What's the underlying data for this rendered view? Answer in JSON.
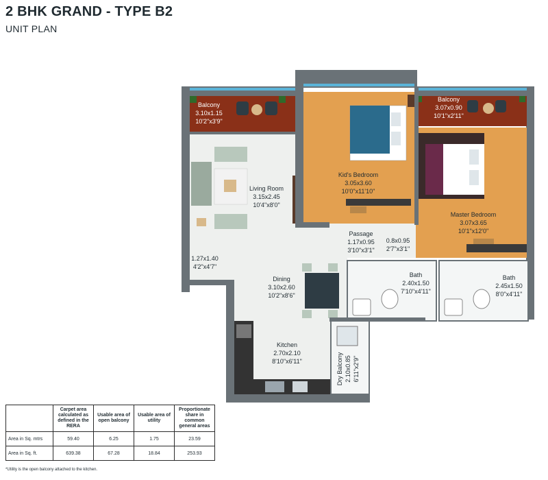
{
  "header": {
    "title": "2 BHK GRAND - TYPE B2",
    "subtitle": "UNIT PLAN"
  },
  "rooms": {
    "balcony_left": {
      "name": "Balcony",
      "metric": "3.10x1.15",
      "imperial": "10'2\"x3'9\""
    },
    "balcony_right": {
      "name": "Balcony",
      "metric": "3.07x0.90",
      "imperial": "10'1\"x2'11\""
    },
    "kids_bedroom": {
      "name": "Kid's Bedroom",
      "metric": "3.05x3.60",
      "imperial": "10'0\"x11'10\""
    },
    "master_bedroom": {
      "name": "Master Bedroom",
      "metric": "3.07x3.65",
      "imperial": "10'1\"x12'0\""
    },
    "living_room": {
      "name": "Living Room",
      "metric": "3.15x2.45",
      "imperial": "10'4\"x8'0\""
    },
    "passage": {
      "name": "Passage",
      "metric": "1.17x0.95",
      "imperial": "3'10\"x3'1\""
    },
    "foyer": {
      "metric": "0.8x0.95",
      "imperial": "2'7\"x3'1\""
    },
    "entry": {
      "metric": "1.27x1.40",
      "imperial": "4'2\"x4'7\""
    },
    "dining": {
      "name": "Dining",
      "metric": "3.10x2.60",
      "imperial": "10'2\"x8'6\""
    },
    "bath_1": {
      "name": "Bath",
      "metric": "2.40x1.50",
      "imperial": "7'10\"x4'11\""
    },
    "bath_2": {
      "name": "Bath",
      "metric": "2.45x1.50",
      "imperial": "8'0\"x4'11\""
    },
    "kitchen": {
      "name": "Kitchen",
      "metric": "2.70x2.10",
      "imperial": "8'10\"x6'11\""
    },
    "dry_balcony": {
      "name": "Dry Balcony",
      "metric": "2.10x0.85",
      "imperial": "6'11\"x2'9\""
    }
  },
  "area_table": {
    "headers": [
      "Carpet area calculated as defined in the RERA",
      "Usable area of open balcony",
      "Usable area of utility",
      "Proportionate share in common general areas"
    ],
    "rows": [
      {
        "label": "Area in Sq. mtrs",
        "values": [
          "59.40",
          "6.25",
          "1.75",
          "23.59"
        ]
      },
      {
        "label": "Area in Sq. ft.",
        "values": [
          "639.38",
          "67.28",
          "18.84",
          "253.93"
        ]
      }
    ]
  },
  "footnote": "*Utility is the open balcony attached to the kitchen.",
  "colors": {
    "wall": "#6a7277",
    "floor_light": "#eef0ee",
    "wood": "#e3a050",
    "balcony": "#8a3018",
    "tile": "#f4f6f6",
    "kitchen_counter": "#333333",
    "sofa": "#b8c8bc",
    "bed_blue": "#2b6b8c",
    "bed_purple": "#6a2a4a",
    "glass": "#5bb4d8"
  }
}
